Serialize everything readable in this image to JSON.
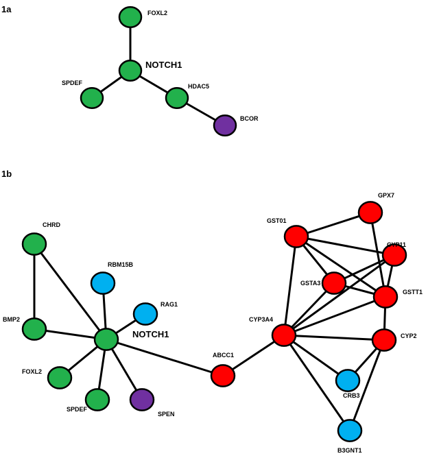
{
  "colors": {
    "green": "#22b14c",
    "purple": "#7030a0",
    "red": "#ff0000",
    "blue": "#00b0f0"
  },
  "panels": [
    {
      "label": "1a",
      "nodes": [
        {
          "id": "FOXL2",
          "label": "FOXL2",
          "color": "green"
        },
        {
          "id": "NOTCH1",
          "label": "NOTCH1",
          "color": "green",
          "hub": true
        },
        {
          "id": "SPDEF",
          "label": "SPDEF",
          "color": "green"
        },
        {
          "id": "HDAC5",
          "label": "HDAC5",
          "color": "green"
        },
        {
          "id": "BCOR",
          "label": "BCOR",
          "color": "purple"
        }
      ],
      "edges": [
        [
          "FOXL2",
          "NOTCH1"
        ],
        [
          "NOTCH1",
          "SPDEF"
        ],
        [
          "NOTCH1",
          "HDAC5"
        ],
        [
          "HDAC5",
          "BCOR"
        ]
      ]
    },
    {
      "label": "1b",
      "nodes": [
        {
          "id": "CHRD",
          "label": "CHRD",
          "color": "green"
        },
        {
          "id": "BMP2",
          "label": "BMP2",
          "color": "green"
        },
        {
          "id": "RBM15B",
          "label": "RBM15B",
          "color": "blue"
        },
        {
          "id": "RAG1",
          "label": "RAG1",
          "color": "blue"
        },
        {
          "id": "NOTCH1",
          "label": "NOTCH1",
          "color": "green",
          "hub": true
        },
        {
          "id": "FOXL2",
          "label": "FOXL2",
          "color": "green"
        },
        {
          "id": "SPDEF",
          "label": "SPDEF",
          "color": "green"
        },
        {
          "id": "SPEN",
          "label": "SPEN",
          "color": "purple"
        },
        {
          "id": "ABCC1",
          "label": "ABCC1",
          "color": "red"
        },
        {
          "id": "CYP3A4",
          "label": "CYP3A4",
          "color": "red"
        },
        {
          "id": "GST01",
          "label": "GST01",
          "color": "red"
        },
        {
          "id": "GPX7",
          "label": "GPX7",
          "color": "red"
        },
        {
          "id": "CYP11",
          "label": "CYP11",
          "color": "red"
        },
        {
          "id": "GSTA3",
          "label": "GSTA3",
          "color": "red"
        },
        {
          "id": "GSTT1",
          "label": "GSTT1",
          "color": "red"
        },
        {
          "id": "CYP2",
          "label": "CYP2",
          "color": "red"
        },
        {
          "id": "CRB3",
          "label": "CRB3",
          "color": "blue"
        },
        {
          "id": "B3GNT1",
          "label": "B3GNT1",
          "color": "blue"
        }
      ],
      "edges": [
        [
          "CHRD",
          "BMP2"
        ],
        [
          "CHRD",
          "NOTCH1"
        ],
        [
          "BMP2",
          "NOTCH1"
        ],
        [
          "RBM15B",
          "NOTCH1"
        ],
        [
          "RAG1",
          "NOTCH1"
        ],
        [
          "NOTCH1",
          "FOXL2"
        ],
        [
          "NOTCH1",
          "SPDEF"
        ],
        [
          "NOTCH1",
          "SPEN"
        ],
        [
          "NOTCH1",
          "ABCC1"
        ],
        [
          "ABCC1",
          "CYP3A4"
        ],
        [
          "CYP3A4",
          "GST01"
        ],
        [
          "CYP3A4",
          "GSTA3"
        ],
        [
          "CYP3A4",
          "CYP11"
        ],
        [
          "CYP3A4",
          "GSTT1"
        ],
        [
          "CYP3A4",
          "CYP2"
        ],
        [
          "CYP3A4",
          "CRB3"
        ],
        [
          "CYP3A4",
          "B3GNT1"
        ],
        [
          "GST01",
          "GPX7"
        ],
        [
          "GST01",
          "CYP11"
        ],
        [
          "GST01",
          "GSTA3"
        ],
        [
          "GST01",
          "GSTT1"
        ],
        [
          "GPX7",
          "GSTT1"
        ],
        [
          "GSTA3",
          "CYP11"
        ],
        [
          "GSTA3",
          "GSTT1"
        ],
        [
          "CYP11",
          "GSTT1"
        ],
        [
          "GSTT1",
          "CYP2"
        ],
        [
          "CYP2",
          "CRB3"
        ],
        [
          "CYP2",
          "B3GNT1"
        ]
      ]
    }
  ]
}
